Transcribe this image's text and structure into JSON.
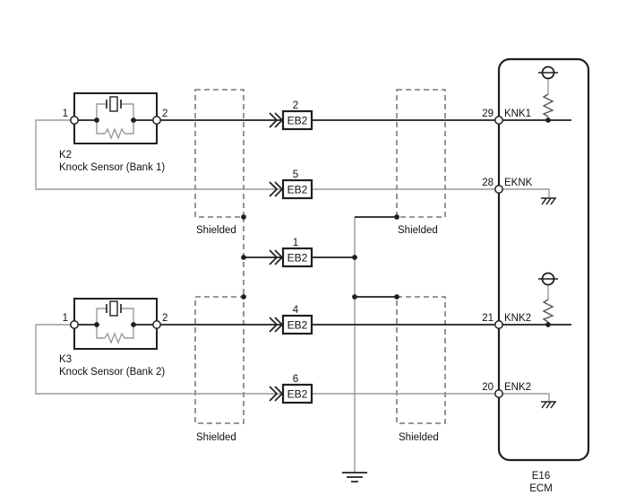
{
  "sensors": [
    {
      "id": "K2",
      "name": "Knock Sensor (Bank 1)",
      "terminal1": "1",
      "terminal2": "2"
    },
    {
      "id": "K3",
      "name": "Knock Sensor (Bank 2)",
      "terminal1": "1",
      "terminal2": "2"
    }
  ],
  "eb2_connectors": [
    {
      "pin": "2",
      "code": "EB2"
    },
    {
      "pin": "5",
      "code": "EB2"
    },
    {
      "pin": "1",
      "code": "EB2"
    },
    {
      "pin": "4",
      "code": "EB2"
    },
    {
      "pin": "6",
      "code": "EB2"
    }
  ],
  "shield_labels": {
    "upper_left": "Shielded",
    "upper_right": "Shielded",
    "lower_left": "Shielded",
    "lower_right": "Shielded"
  },
  "ecm": {
    "id": "E16",
    "name": "ECM",
    "pins": [
      {
        "number": "29",
        "signal": "KNK1"
      },
      {
        "number": "28",
        "signal": "EKNK"
      },
      {
        "number": "21",
        "signal": "KNK2"
      },
      {
        "number": "20",
        "signal": "ENK2"
      }
    ]
  },
  "colors": {
    "wire_dark": "#1f1f1f",
    "wire_gray": "#9a9a9a",
    "shield_dash": "#5a5a5a",
    "background": "#ffffff"
  }
}
